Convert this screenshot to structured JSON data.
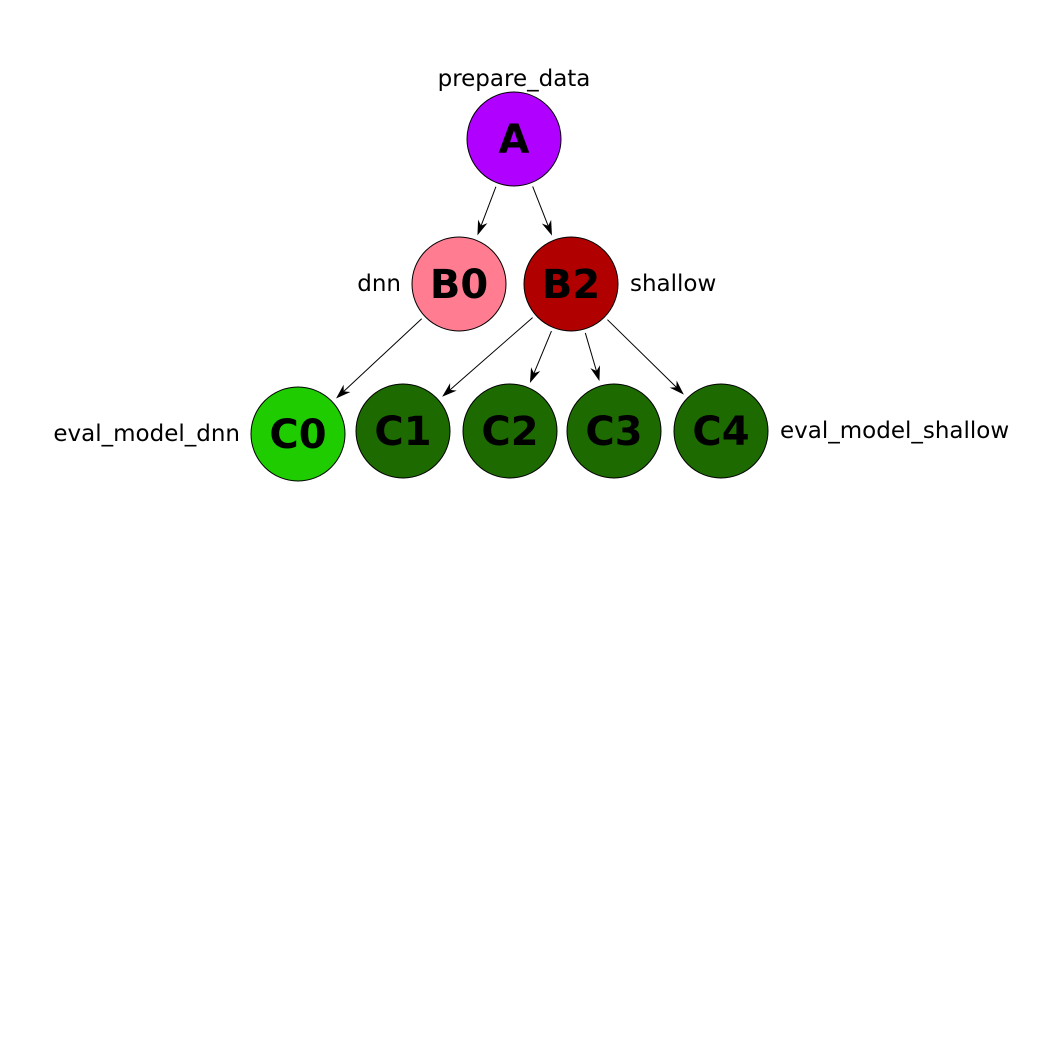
{
  "diagram": {
    "nodes": [
      {
        "id": "A",
        "text": "A",
        "label": "prepare_data",
        "color": "#b000ff"
      },
      {
        "id": "B0",
        "text": "B0",
        "label": "dnn",
        "color": "#ff7c91"
      },
      {
        "id": "B2",
        "text": "B2",
        "label": "shallow",
        "color": "#b00000"
      },
      {
        "id": "C0",
        "text": "C0",
        "label": "eval_model_dnn",
        "color": "#1ecc00"
      },
      {
        "id": "C1",
        "text": "C1",
        "label": "",
        "color": "#1c6a00"
      },
      {
        "id": "C2",
        "text": "C2",
        "label": "",
        "color": "#1c6a00"
      },
      {
        "id": "C3",
        "text": "C3",
        "label": "",
        "color": "#1c6a00"
      },
      {
        "id": "C4",
        "text": "C4",
        "label": "eval_model_shallow",
        "color": "#1c6a00"
      }
    ],
    "edges": [
      {
        "from": "A",
        "to": "B0"
      },
      {
        "from": "A",
        "to": "B2"
      },
      {
        "from": "B0",
        "to": "C0"
      },
      {
        "from": "B2",
        "to": "C1"
      },
      {
        "from": "B2",
        "to": "C2"
      },
      {
        "from": "B2",
        "to": "C3"
      },
      {
        "from": "B2",
        "to": "C4"
      }
    ]
  }
}
